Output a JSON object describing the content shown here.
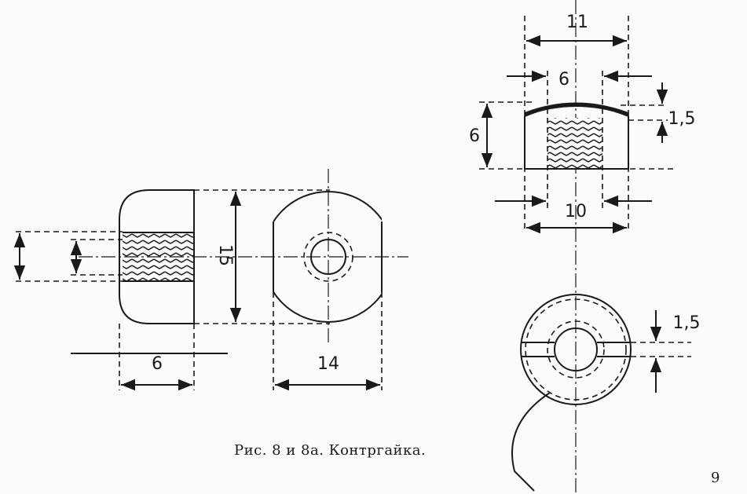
{
  "figure": {
    "caption": "Рис. 8 и 8а. Контргайка.",
    "page_number": "9",
    "fig8_labels": {
      "height": "15",
      "width_side": "6",
      "width_front": "14"
    },
    "fig8a_labels": {
      "outer": "11",
      "inner_top": "6",
      "height": "6",
      "cap": "1,5",
      "bottom": "10",
      "slot": "1,5"
    }
  }
}
